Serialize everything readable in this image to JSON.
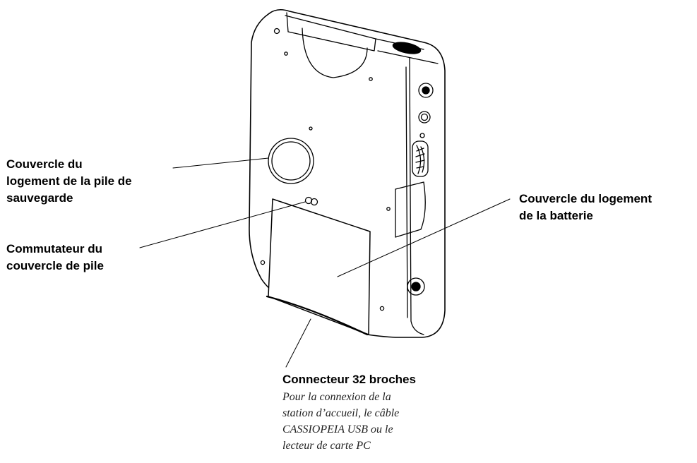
{
  "labels": {
    "backup_cover": {
      "lines": [
        "Couvercle du",
        "logement de la pile de",
        "sauvegarde"
      ]
    },
    "switch": {
      "lines": [
        "Commutateur du",
        "couvercle de pile"
      ]
    },
    "battery_cover": {
      "lines": [
        "Couvercle du logement",
        "de la batterie"
      ]
    },
    "connector": {
      "title": "Connecteur 32 broches",
      "description_lines": [
        "Pour la connexion de la",
        "station d’accueil, le câble",
        "CASSIOPEIA USB ou le",
        "lecteur de carte PC"
      ]
    }
  }
}
